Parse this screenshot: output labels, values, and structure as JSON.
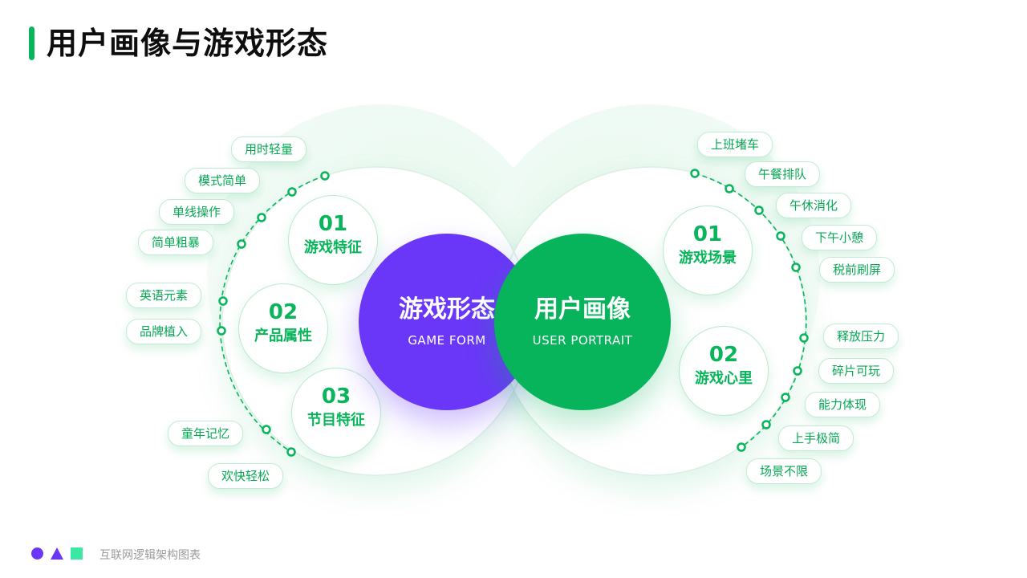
{
  "title": "用户画像与游戏形态",
  "footer_text": "互联网逻辑架构图表",
  "colors": {
    "accent_green": "#08b55a",
    "accent_purple": "#6a37f8",
    "accent_mint": "#3ae8a4"
  },
  "game_form": {
    "title": "游戏形态",
    "subtitle": "GAME FORM",
    "groups": [
      {
        "num": "01",
        "label": "游戏特征",
        "tags": [
          "用时轻量",
          "模式简单",
          "单线操作",
          "简单粗暴"
        ]
      },
      {
        "num": "02",
        "label": "产品属性",
        "tags": [
          "英语元素",
          "品牌植入"
        ]
      },
      {
        "num": "03",
        "label": "节目特征",
        "tags": [
          "童年记忆",
          "欢快轻松"
        ]
      }
    ]
  },
  "user_portrait": {
    "title": "用户画像",
    "subtitle": "USER PORTRAIT",
    "groups": [
      {
        "num": "01",
        "label": "游戏场景",
        "tags": [
          "上班堵车",
          "午餐排队",
          "午休消化",
          "下午小憩",
          "税前刷屏"
        ]
      },
      {
        "num": "02",
        "label": "游戏心里",
        "tags": [
          "释放压力",
          "碎片可玩",
          "能力体现",
          "上手极简",
          "场景不限"
        ]
      }
    ]
  }
}
